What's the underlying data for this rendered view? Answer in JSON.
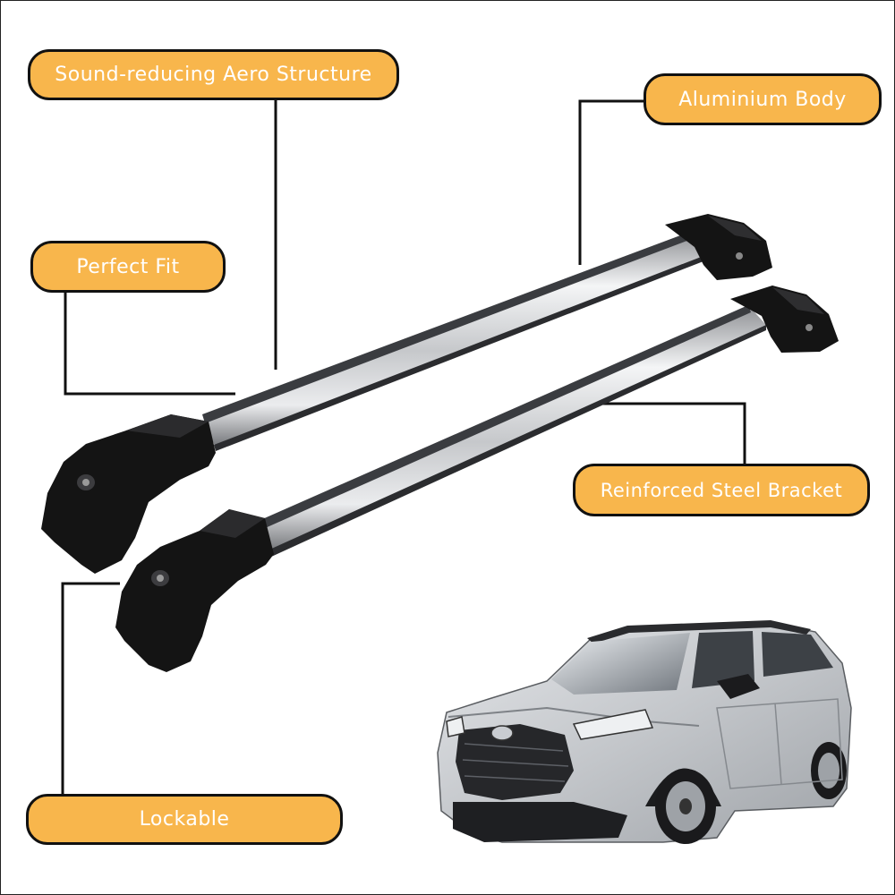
{
  "labels": {
    "aero": "Sound-reducing Aero Structure",
    "aluminium": "Aluminium Body",
    "fit": "Perfect Fit",
    "steel": "Reinforced Steel Bracket",
    "lockable": "Lockable"
  },
  "colors": {
    "label_fill": "#f8b64c",
    "label_border": "#111111",
    "label_text": "#ffffff",
    "leader_line": "#111111",
    "bar_silver": "#d9dadc",
    "foot_black": "#141414",
    "car_body": "#c9ccd0"
  },
  "icons": {
    "product": "roof-rack-cross-bars",
    "vehicle": "suv-car"
  }
}
